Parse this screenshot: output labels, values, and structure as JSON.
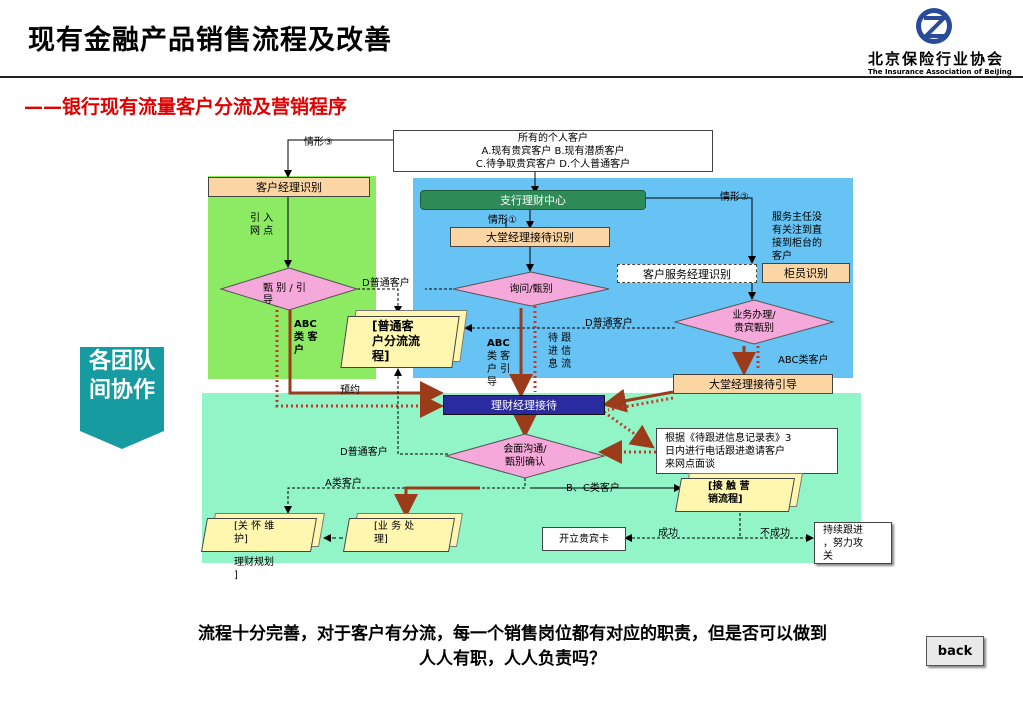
{
  "header": {
    "title": "现有金融产品销售流程及改善",
    "subtitle": "——银行现有流量客户分流及营销程序",
    "logo_name": "北京保险行业协会",
    "logo_sub": "The Insurance Association of BeiJing"
  },
  "team_label": [
    "各团队",
    "间协作"
  ],
  "diagram": {
    "top_box": {
      "title": "所有的个人客户",
      "line1": "A.现有贵宾客户    B.现有潜质客户",
      "line2": "C.待争取贵宾客户    D.个人普通客户"
    },
    "case3": "情形③",
    "case2": "情形②",
    "case1": "情形①",
    "cm_identify": "客户经理识别",
    "branch_center": "支行理财中心",
    "lobby_reception": "大堂经理接待识别",
    "service_note": [
      "服务主任没",
      "有关注到直",
      "接到柜台的",
      "客户"
    ],
    "cs_manager_identify": "客户服务经理识别",
    "teller_identify": "柜员识别",
    "guide_points": [
      "引   入",
      "网   点"
    ],
    "screen_guide": [
      "甄 别 / 引",
      "导"
    ],
    "inquiry_screen": "询问/甄别",
    "d_normal_1": "D普通客户",
    "normal_flow": [
      "[普通客",
      "户分流流",
      "程]"
    ],
    "abc_type_1": [
      "ABC",
      "类   客",
      "户"
    ],
    "abc_type_2": [
      "ABC",
      "类   客",
      "户   引",
      "导"
    ],
    "follow_info": [
      "待   跟",
      "进   信",
      "息   流"
    ],
    "d_normal_2": "D普通客户",
    "business_screen": [
      "业务办理/",
      "贵宾甄别"
    ],
    "abc_type_3": "ABC类客户",
    "lobby_guide": "大堂经理接待引导",
    "appointment": "预约",
    "fm_reception": "理财经理接待",
    "follow_record": [
      "根据《待跟进信息记录表》3",
      "日内进行电话跟进邀请客户",
      "来网点面谈"
    ],
    "d_normal_3": "D普通客户",
    "meet_talk": [
      "会面沟通/",
      "甄别确认"
    ],
    "a_type": "A类客户",
    "bc_type": "B、C类客户",
    "contact_flow": [
      "[接 触 营",
      "销流程]"
    ],
    "care": [
      "[关 怀 维",
      "护]"
    ],
    "plan": [
      "理财规划",
      "]"
    ],
    "business_process": [
      "[业 务 处",
      "理]"
    ],
    "open_card": "开立贵宾卡",
    "success": "成功",
    "fail": "不成功",
    "keep_follow": [
      "持续跟进",
      "，努力攻",
      "关"
    ]
  },
  "conclusion": [
    "流程十分完善，对于客户有分流，每一个销售岗位都有对应的职责，但是否可以做到",
    "人人有职，人人负责吗？"
  ],
  "back_label": "back",
  "colors": {
    "accent_red": "#e00000",
    "green_region": "#8dea63",
    "blue_region": "#67c3f4",
    "teal_region": "#91f5c8",
    "orange_box": "#fbd6a4",
    "diamond_pink": "#f5a9da",
    "arrow_brown": "#9b3b1a"
  }
}
